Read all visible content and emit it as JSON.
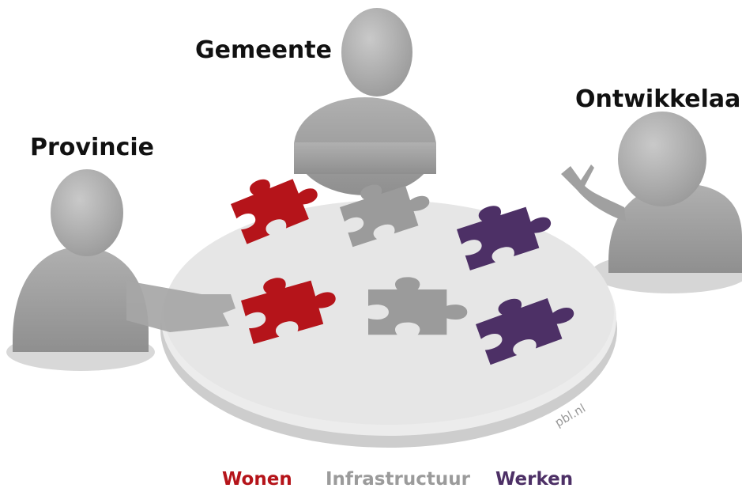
{
  "participants": {
    "gemeente": "Gemeente",
    "ontwikkelaar": "Ontwikkelaar",
    "provincie": "Provincie"
  },
  "legend": {
    "wonen": "Wonen",
    "infrastructuur": "Infrastructuur",
    "werken": "Werken"
  },
  "watermark": "pbl.nl",
  "colors": {
    "wonen": "#b5141a",
    "infrastructuur": "#9b9b9b",
    "werken": "#4d3066",
    "person": "#a8a8a8",
    "table_top": "#e8e8e8",
    "table_edge": "#cfcfcf"
  },
  "icons": [
    "person-icon",
    "puzzle-piece-icon"
  ]
}
